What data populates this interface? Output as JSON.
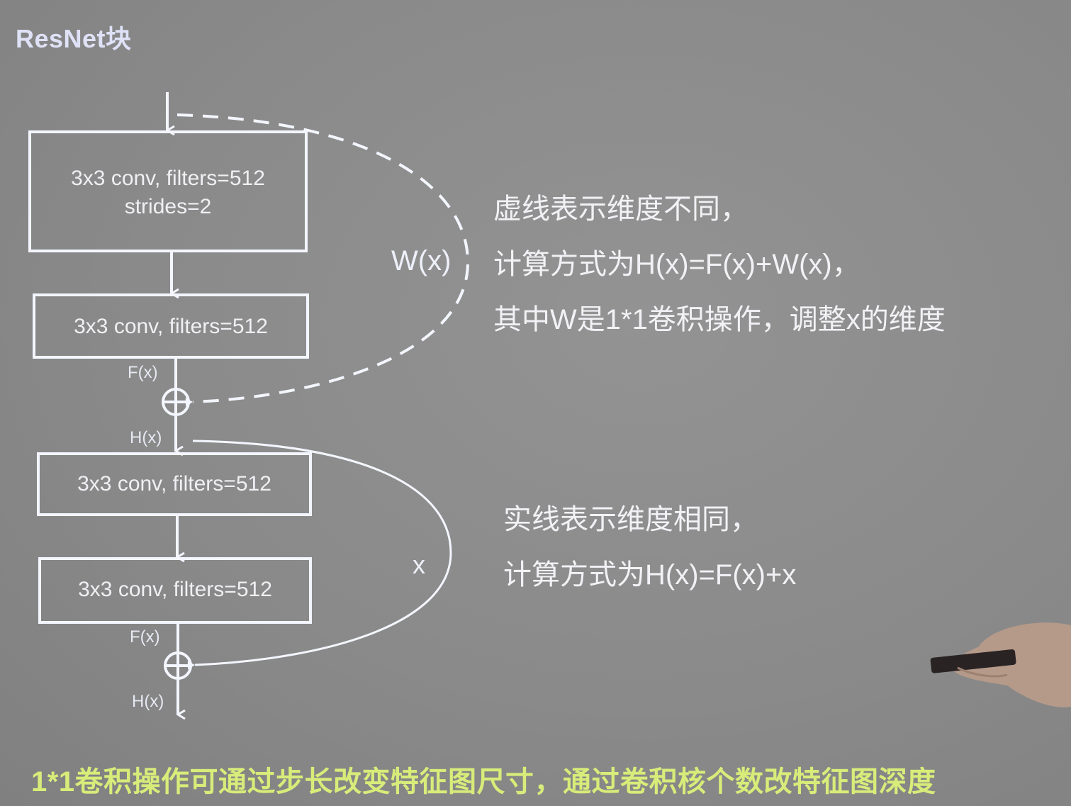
{
  "title": "ResNet块",
  "diagram": {
    "upper_block": {
      "box1_line1": "3x3 conv, filters=512",
      "box1_line2": "strides=2",
      "box2": "3x3 conv, filters=512",
      "f_label": "F(x)",
      "h_label": "H(x)",
      "shortcut_label": "W(x)",
      "shortcut_style": "dashed"
    },
    "lower_block": {
      "box1": "3x3 conv, filters=512",
      "box2": "3x3 conv, filters=512",
      "f_label": "F(x)",
      "h_label": "H(x)",
      "shortcut_label": "x",
      "shortcut_style": "solid"
    },
    "line_color": "#f4f6ff",
    "add_node_symbol": "⊕"
  },
  "notes": {
    "dashed": {
      "line1": "虚线表示维度不同，",
      "line2": "计算方式为H(x)=F(x)+W(x)，",
      "line3": "其中W是1*1卷积操作，调整x的维度"
    },
    "solid": {
      "line1": "实线表示维度相同，",
      "line2": "计算方式为H(x)=F(x)+x"
    }
  },
  "footer": {
    "text": "1*1卷积操作可通过步长改变特征图尺寸，通过卷积核个数改特征图深度",
    "color": "#d8ec7a"
  }
}
